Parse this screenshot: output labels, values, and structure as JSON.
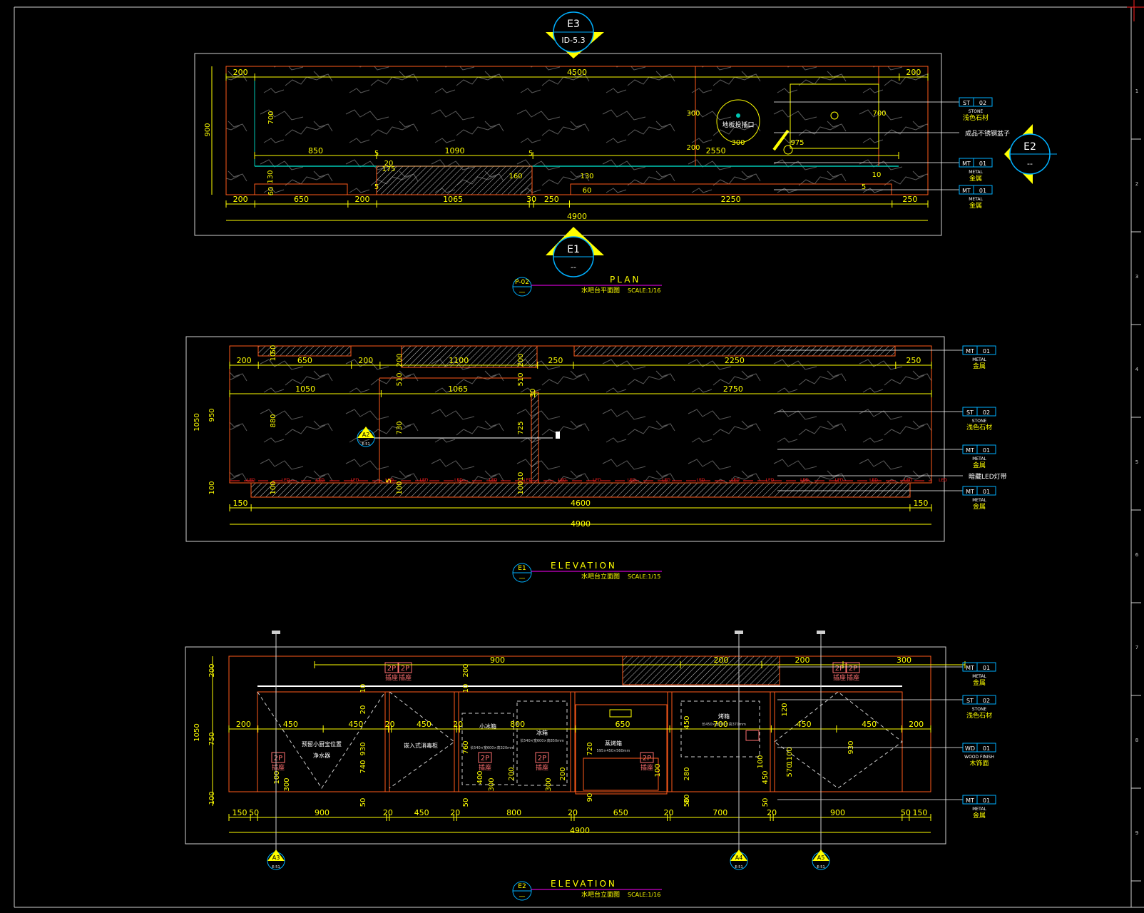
{
  "colors": {
    "background": "#000000",
    "frame": "#cfcfcf",
    "outline": "#ff5a1a",
    "dim": "#ffff00",
    "marble": "#606060",
    "callout": "#00b0ff",
    "sheet_line": "#ff00ff",
    "hatch": "#c8c8c8",
    "led": "#ff2020",
    "socket": "#ff7070",
    "teal": "#00c8b4"
  },
  "ruler_numbers": [
    "1",
    "2",
    "3",
    "4",
    "5",
    "6",
    "7",
    "8",
    "9"
  ],
  "plan": {
    "marker_e3": {
      "title": "E3",
      "ref": "ID-5.3"
    },
    "marker_e1": {
      "title": "E1",
      "ref": "--"
    },
    "marker_e2": {
      "title": "E2",
      "ref": "--"
    },
    "dims_top": [
      "200",
      "4500",
      "200"
    ],
    "dims_mid": [
      "850",
      "1090",
      "2550"
    ],
    "dims_bottom": [
      "200",
      "650",
      "200",
      "1065",
      "30",
      "250",
      "2250",
      "250"
    ],
    "dims_total": "4900",
    "dims_left": [
      "900",
      "700",
      "130",
      "60"
    ],
    "dims_inner": [
      "300",
      "700",
      "200",
      "300",
      "975",
      "175",
      "20",
      "160",
      "5",
      "130",
      "60",
      "10",
      "5",
      "5",
      "5"
    ],
    "drain_label": "地板投插口",
    "legend": [
      {
        "code": "ST",
        "num": "02",
        "en": "STONE",
        "cn": "浅色石材"
      },
      {
        "note": "成品不锈钢盆子"
      },
      {
        "code": "MT",
        "num": "01",
        "en": "METAL",
        "cn": "金属"
      },
      {
        "code": "MT",
        "num": "01",
        "en": "METAL",
        "cn": "金属"
      }
    ],
    "title_tag": "P-02",
    "title_en": "PLAN",
    "title_cn": "水吧台平面图",
    "scale": "SCALE:1/16"
  },
  "e1": {
    "dims_top": [
      "200",
      "650",
      "200",
      "1100",
      "250",
      "2250",
      "250"
    ],
    "dims_mid": [
      "1050",
      "1065",
      "2750"
    ],
    "dims_bottom1": [
      "150",
      "4600",
      "150"
    ],
    "dims_total": "4900",
    "dims_left": [
      "1050",
      "950",
      "880",
      "100",
      "100",
      "50",
      "10"
    ],
    "dims_inner": [
      "200",
      "510",
      "730",
      "100",
      "200",
      "510",
      "725",
      "30",
      "100",
      "5",
      "10"
    ],
    "led_label": "LED",
    "callout_a2": {
      "title": "A2",
      "ref": "E-51"
    },
    "legend": [
      {
        "code": "MT",
        "num": "01",
        "en": "METAL",
        "cn": "金属"
      },
      {
        "code": "ST",
        "num": "02",
        "en": "STONE",
        "cn": "浅色石材"
      },
      {
        "code": "MT",
        "num": "01",
        "en": "METAL",
        "cn": "金属"
      },
      {
        "note": "暗藏LED灯带"
      },
      {
        "code": "MT",
        "num": "01",
        "en": "METAL",
        "cn": "金属"
      }
    ],
    "title_tag": "E1",
    "title_en": "ELEVATION",
    "title_cn": "水吧台立面图",
    "scale": "SCALE:1/15"
  },
  "e2": {
    "dims_top": [
      "900",
      "200",
      "200",
      "300"
    ],
    "dims_mid": [
      "200",
      "450",
      "450",
      "20",
      "450",
      "20",
      "800",
      "650",
      "700",
      "450",
      "450",
      "200"
    ],
    "dims_bottom": [
      "150",
      "50",
      "900",
      "20",
      "450",
      "20",
      "800",
      "20",
      "650",
      "20",
      "700",
      "20",
      "900",
      "50",
      "150"
    ],
    "dims_total": "4900",
    "dims_left": [
      "1050",
      "200",
      "750",
      "100"
    ],
    "dims_inner": [
      "930",
      "740",
      "20",
      "10",
      "200",
      "10",
      "760",
      "720",
      "90",
      "450",
      "280",
      "80",
      "1100",
      "930",
      "570",
      "450",
      "120",
      "300",
      "300",
      "300",
      "400",
      "200",
      "200",
      "100",
      "100",
      "100",
      "50",
      "50",
      "50",
      "50"
    ],
    "sockets": [
      {
        "t": "2P",
        "l": "插座"
      },
      {
        "t": "2P",
        "l": "插座"
      },
      {
        "t": "2P",
        "l": "插座"
      },
      {
        "t": "2P",
        "l": "插座"
      },
      {
        "t": "2P",
        "l": "插座"
      },
      {
        "t": "2P",
        "l": "插座"
      },
      {
        "t": "2P",
        "l": "插座"
      },
      {
        "t": "2P",
        "l": "插座"
      }
    ],
    "notes": [
      "预留小厨宝位置",
      "净水器",
      "嵌入式消毒柜",
      "小冰箱",
      "冰箱",
      "蒸烤箱",
      "烤箱"
    ],
    "small_notes": [
      "长540×宽600×高320mm",
      "长540×宽600×高850mm",
      "595×450×560mm",
      "长450×宽700×高370mm"
    ],
    "section_markers": [
      {
        "title": "A3",
        "ref": "E-51"
      },
      {
        "title": "A4",
        "ref": "E-51"
      },
      {
        "title": "A5",
        "ref": "E-51"
      }
    ],
    "legend": [
      {
        "code": "MT",
        "num": "01",
        "en": "METAL",
        "cn": "金属"
      },
      {
        "code": "ST",
        "num": "02",
        "en": "STONE",
        "cn": "浅色石材"
      },
      {
        "code": "WD",
        "num": "01",
        "en": "WOOD FINISH",
        "cn": "木饰面"
      },
      {
        "code": "MT",
        "num": "01",
        "en": "METAL",
        "cn": "金属"
      }
    ],
    "title_tag": "E2",
    "title_en": "ELEVATION",
    "title_cn": "水吧台立面图",
    "scale": "SCALE:1/16"
  }
}
